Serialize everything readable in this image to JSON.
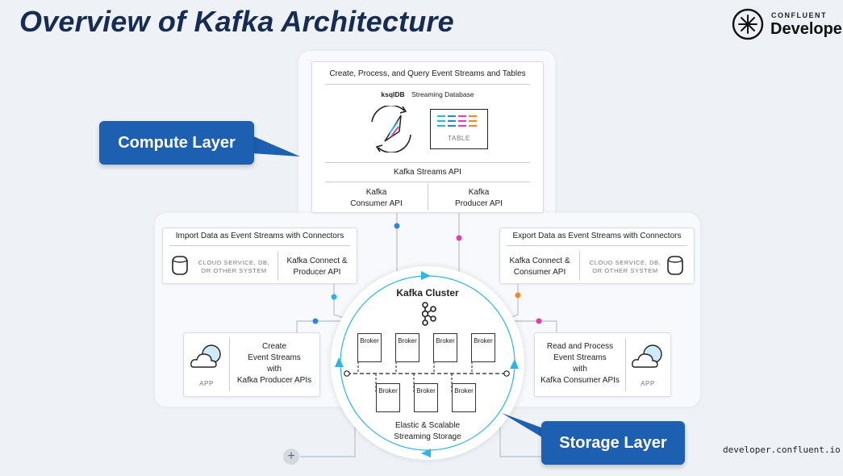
{
  "title": "Overview of Kafka Architecture",
  "brand": {
    "top": "CONFLUENT",
    "main": "Developer"
  },
  "compute": {
    "header": "Create, Process, and Query Event Streams and Tables",
    "ksqldb": "ksqlDB",
    "streaming_db": "Streaming Database",
    "table": "TABLE",
    "streams_api": "Kafka Streams API",
    "consumer_api": [
      "Kafka",
      "Consumer API"
    ],
    "producer_api": [
      "Kafka",
      "Producer API"
    ]
  },
  "import": {
    "header": "Import Data as Event Streams with Connectors",
    "source": [
      "CLOUD SERVICE, DB,",
      "OR OTHER SYSTEM"
    ],
    "connect": [
      "Kafka Connect &",
      "Producer API"
    ]
  },
  "export": {
    "header": "Export Data as Event Streams with Connectors",
    "connect": [
      "Kafka Connect &",
      "Consumer API"
    ],
    "source": [
      "CLOUD SERVICE, DB,",
      "OR OTHER SYSTEM"
    ]
  },
  "producer_app": {
    "app": "APP",
    "text": [
      "Create",
      "Event Streams",
      "with",
      "Kafka Producer APIs"
    ]
  },
  "consumer_app": {
    "text": [
      "Read and Process",
      "Event Streams",
      "with",
      "Kafka Consumer APIs"
    ],
    "app": "APP"
  },
  "cluster": {
    "title": "Kafka Cluster",
    "broker": "Broker",
    "footer": [
      "Elastic & Scalable",
      "Streaming Storage"
    ]
  },
  "callouts": {
    "compute": "Compute Layer",
    "storage": "Storage Layer"
  },
  "footer_url": "developer.confluent.io",
  "colors": {
    "navy": "#172c52",
    "callout": "#1d5fb0",
    "cyan": "#2bb5e8",
    "pink": "#e040a8",
    "blue_dot": "#2f86d6",
    "orange": "#f08a24"
  }
}
